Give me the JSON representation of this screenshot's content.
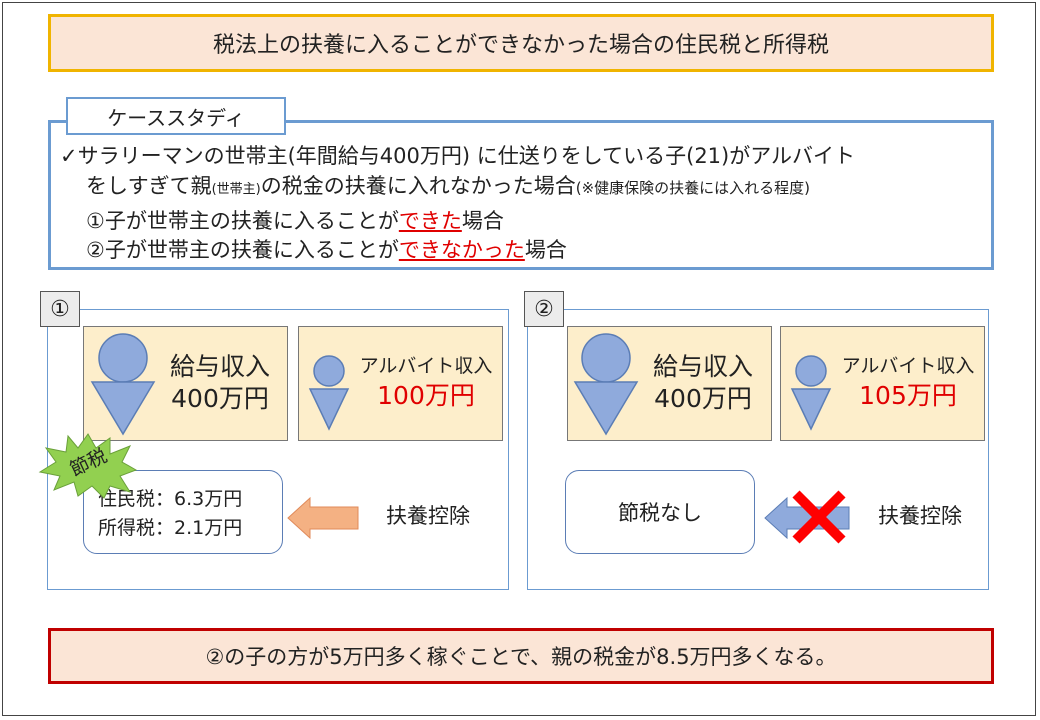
{
  "title": "税法上の扶養に入ることができなかった場合の住民税と所得税",
  "case_study": {
    "tab_label": "ケーススタディ",
    "check_mark": "✓",
    "line1": "サラリーマンの世帯主(年間給与400万円) に仕送りをしている子(21)がアルバイト",
    "line2_a": "をしすぎて親",
    "line2_small": "(世帯主)",
    "line2_b": "の税金の扶養に入れなかった場合",
    "line2_note": "(※健康保険の扶養には入れる程度)",
    "item1_a": "①子が世帯主の扶養に入ることが",
    "item1_red": "できた",
    "item1_b": "場合",
    "item2_a": "②子が世帯主の扶養に入ることが",
    "item2_red": "できなかった",
    "item2_b": "場合"
  },
  "panel1": {
    "number": "①",
    "parent_label": "給与収入",
    "parent_value": "400万円",
    "child_label": "アルバイト収入",
    "child_value": "100万円",
    "badge": "節税",
    "resident_tax": "住民税：6.3万円",
    "income_tax": "所得税：2.1万円",
    "deduction": "扶養控除"
  },
  "panel2": {
    "number": "②",
    "parent_label": "給与収入",
    "parent_value": "400万円",
    "child_label": "アルバイト収入",
    "child_value": "105万円",
    "result": "節税なし",
    "deduction": "扶養控除"
  },
  "conclusion": "②の子の方が5万円多く稼ぐことで、親の税金が8.5万円多くなる。",
  "colors": {
    "title_fill": "#fbe5d6",
    "title_border": "#f0b400",
    "case_border": "#6b9bd1",
    "card_fill": "#fdeecb",
    "person_fill": "#8faadc",
    "arrow_orange": "#f4b183",
    "arrow_blue": "#8faadc",
    "badge_fill": "#92d050",
    "cross": "#ff0000",
    "emphasis": "#e00000",
    "conclusion_border": "#c00000"
  }
}
